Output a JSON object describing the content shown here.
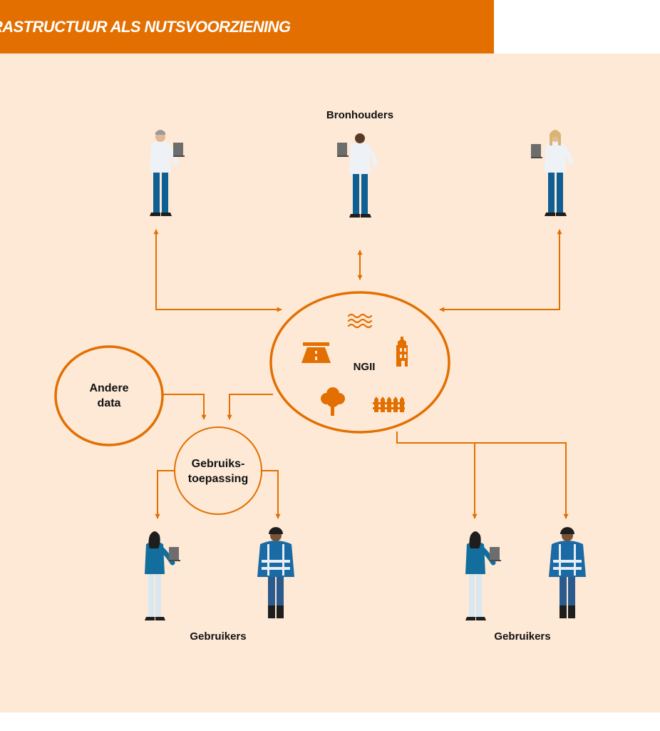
{
  "banner": {
    "title": "RASTRUCTUUR ALS NUTSVOORZIENING"
  },
  "labels": {
    "bronhouders": "Bronhouders",
    "ngii": "NGII",
    "andere_data": [
      "Andere",
      "data"
    ],
    "gebruikstoepassing": [
      "Gebruiks-",
      "toepassing"
    ],
    "gebruikers_left": "Gebruikers",
    "gebruikers_right": "Gebruikers"
  },
  "colors": {
    "accent": "#e36f00",
    "background": "#fde9d6",
    "shirt_white": "#eef2f7",
    "trousers": "#0e5f93",
    "sweater": "#136d9d",
    "workwear": "#1a6aa5",
    "pants_light": "#d8e7f0",
    "skin": "#7a5236",
    "skin_light": "#e8b999",
    "hair_gray": "#9a9a9a",
    "hair_blond": "#d9b574",
    "dark": "#1e1e1e"
  },
  "icons": [
    "road-icon",
    "water-waves-icon",
    "building-icon",
    "tree-icon",
    "fence-icon"
  ]
}
